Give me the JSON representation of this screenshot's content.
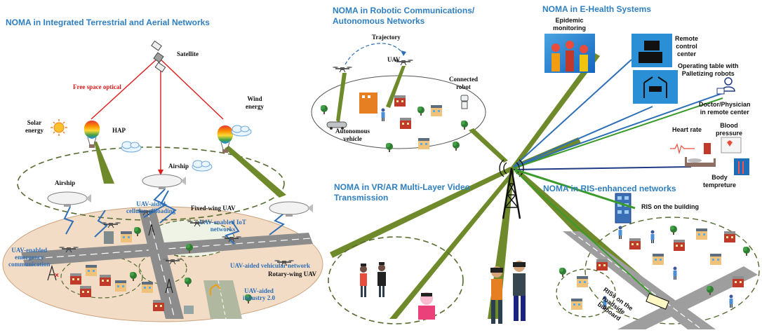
{
  "colors": {
    "section_title": "#2f7fc1",
    "beam": "#5a7a1f",
    "beam_light": "#7f9e36",
    "link_red": "#e01919",
    "link_blue": "#2e6fb7",
    "link_green": "#3a9a2a",
    "link_navy": "#1f3b86",
    "field_tan": "#f3dcc6"
  },
  "sections": {
    "terrestrial_aerial": "NOMA in Integrated Terrestrial and Aerial Networks",
    "robotic_line1": "NOMA in Robotic Communications/",
    "robotic_line2": "Autonomous Networks",
    "ehealth": "NOMA in E-Health Systems",
    "vr_ar_line1": "NOMA in VR/AR Multi-Layer Video",
    "vr_ar_line2": "Transmission",
    "ris": "NOMA in RIS-enhanced networks"
  },
  "terrestrial": {
    "satellite": "Satellite",
    "free_space_optical": "Free space optical",
    "solar_line1": "Solar",
    "solar_line2": "energy",
    "hap": "HAP",
    "wind_line1": "Wind",
    "wind_line2": "energy",
    "airship_center": "Airship",
    "airship_left": "Airship",
    "fixed_wing": "Fixed-wing UAV",
    "cellular_line1": "UAV-aided",
    "cellular_line2": "cellular offloading",
    "iot_line1": "UAV-enabled IoT",
    "iot_line2": "networks",
    "emergency_line1": "UAV-enabled",
    "emergency_line2": "emergency",
    "emergency_line3": "communication",
    "vehicular": "UAV-aided vehicular network",
    "rotary_wing": "Rotary-wing UAV",
    "industry_line1": "UAV-aided",
    "industry_line2": "industry 2.0"
  },
  "robotic": {
    "trajectory": "Trajectory",
    "uav": "UAV",
    "connected_line1": "Connected",
    "connected_line2": "robot",
    "autonomous_line1": "Autonomous",
    "autonomous_line2": "vehicle"
  },
  "ehealth": {
    "epidemic_line1": "Epidemic",
    "epidemic_line2": "monitoring",
    "remote_line1": "Remote",
    "remote_line2": "control",
    "remote_line3": "center",
    "operating_line1": "Operating table with",
    "operating_line2": "Palletizing robots",
    "doctor_line1": "Doctor/Physician",
    "doctor_line2": "in remote center",
    "heart_rate": "Heart rate",
    "blood_line1": "Blood",
    "blood_line2": "pressure",
    "body_line1": "Body",
    "body_line2": "tempreture"
  },
  "ris": {
    "building": "RIS on the building",
    "roadside_line1": "RISs on the",
    "roadside_line2": "roadside",
    "roadside_line3": "billboard"
  },
  "icons": [
    "satellite-icon",
    "balloon-icon",
    "airship-icon",
    "uav-icon",
    "tower-icon",
    "sun-icon",
    "cloud-icon",
    "building-icon",
    "tree-icon",
    "person-icon",
    "robot-icon",
    "car-icon",
    "monitor-icon",
    "hospital-bed-icon",
    "thermometer-icon"
  ]
}
